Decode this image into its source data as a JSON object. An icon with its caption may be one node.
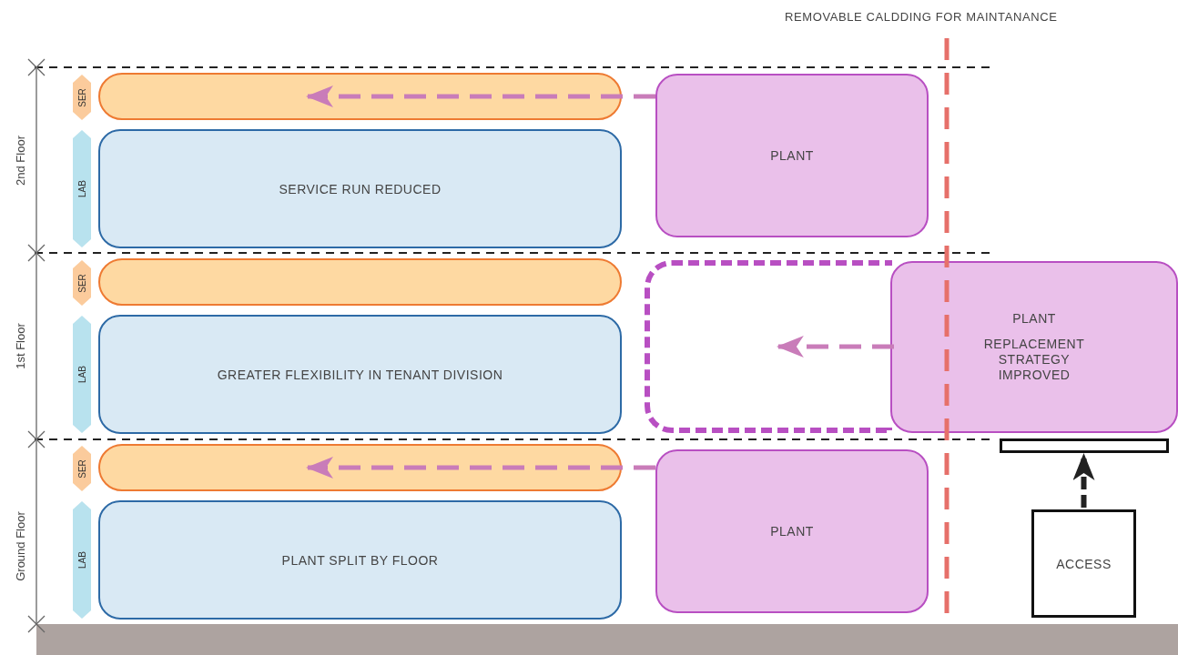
{
  "diagram": {
    "nodes": [
      {
        "text": [
          "SER"
        ]
      },
      {
        "text": [],
        "shape": "bar"
      },
      {
        "text": [
          "LAB"
        ]
      },
      {
        "text": [
          "SERVICE RUN REDUCED"
        ]
      },
      {
        "text": [
          "PLANT"
        ]
      },
      {
        "text": [
          "SER"
        ]
      },
      {
        "text": [],
        "shape": "bar"
      },
      {
        "text": [
          "LAB"
        ]
      },
      {
        "text": [
          "GREATER FLEXIBILITY IN TENANT DIVISION"
        ]
      },
      {
        "text": [],
        "shape": "box"
      },
      {
        "text": [
          "PLANT",
          "REPLACEMENT STRATEGY IMPROVED"
        ]
      },
      {
        "text": [
          "SER"
        ]
      },
      {
        "text": [],
        "shape": "bar"
      },
      {
        "text": [
          "LAB"
        ]
      },
      {
        "text": [
          "PLANT SPLIT BY FLOOR"
        ]
      },
      {
        "text": [
          "PLANT"
        ]
      },
      {
        "text": [],
        "shape": "box"
      },
      {
        "text": [
          "ACCESS"
        ]
      }
    ],
    "edges": [
      {
        "from": 4,
        "to": 1,
        "arrow": "to",
        "style": "dashed"
      },
      {
        "from": 10,
        "to": 9,
        "arrow": "to",
        "style": "dashed"
      },
      {
        "from": 15,
        "to": 12,
        "arrow": "to",
        "style": "dashed"
      },
      {
        "from": 17,
        "to": 16,
        "arrow": "to",
        "style": "dashed",
        "color": "#222222"
      }
    ],
    "labels": [
      "REMOVABLE CALDDING FOR MAINTANANCE",
      "2nd Floor",
      "1st Floor",
      "Ground Floor"
    ]
  }
}
